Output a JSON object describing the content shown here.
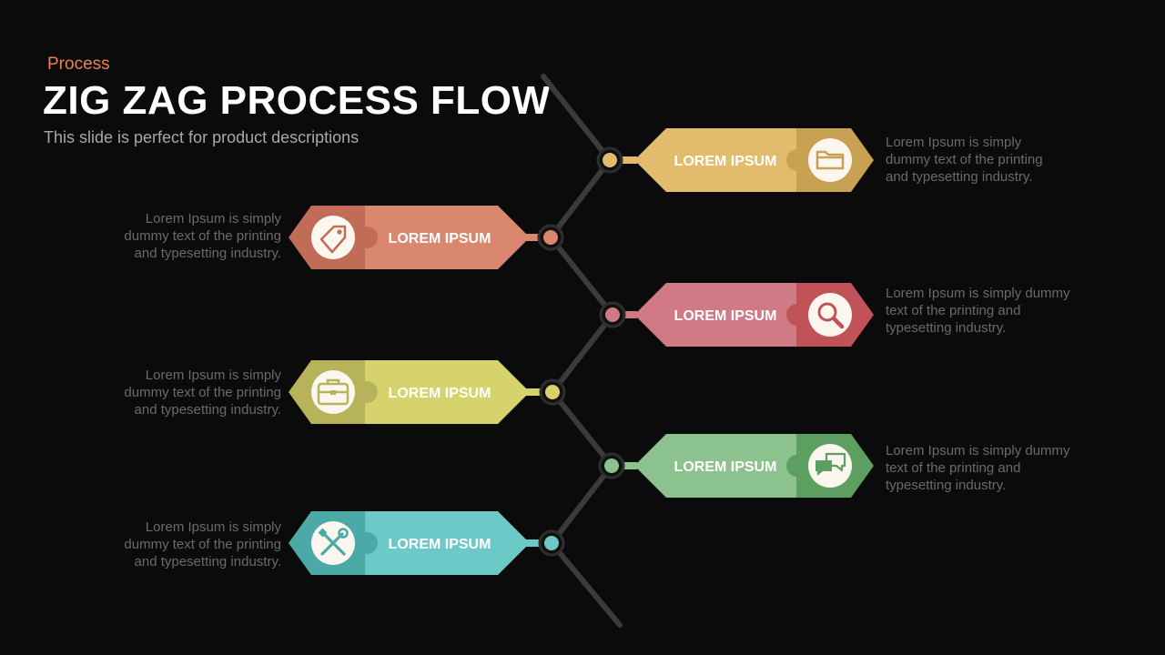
{
  "header": {
    "category": "Process",
    "title": "ZIG ZAG PROCESS FLOW",
    "subtitle": "This slide is perfect for product descriptions"
  },
  "steps": [
    {
      "label": "LOREM IPSUM",
      "icon": "folder-icon",
      "color": "#e2bb6c",
      "dark": "#c9a152",
      "side": "right",
      "description_lines": [
        "Lorem Ipsum  is simply",
        "dummy text of the printing",
        "and typesetting industry."
      ]
    },
    {
      "label": "LOREM IPSUM",
      "icon": "tag-icon",
      "color": "#d9876f",
      "dark": "#c06c56",
      "side": "left",
      "description_lines": [
        "Lorem Ipsum  is simply",
        "dummy text of the printing",
        "and typesetting industry."
      ]
    },
    {
      "label": "LOREM IPSUM",
      "icon": "magnifier-icon",
      "color": "#d07a85",
      "dark": "#c15358",
      "side": "right",
      "description_lines": [
        "Lorem Ipsum  is simply dummy",
        "text of the printing and",
        "typesetting industry."
      ]
    },
    {
      "label": "LOREM IPSUM",
      "icon": "briefcase-icon",
      "color": "#d6d26c",
      "dark": "#b7b35a",
      "side": "left",
      "description_lines": [
        "Lorem Ipsum  is simply",
        "dummy text of the printing",
        "and typesetting industry."
      ]
    },
    {
      "label": "LOREM IPSUM",
      "icon": "chat-icon",
      "color": "#8cc28e",
      "dark": "#5d9f60",
      "side": "right",
      "description_lines": [
        "Lorem Ipsum  is simply dummy",
        "text of the printing and",
        "typesetting industry."
      ]
    },
    {
      "label": "LOREM IPSUM",
      "icon": "tools-icon",
      "color": "#6dc9c8",
      "dark": "#4ba9a8",
      "side": "left",
      "description_lines": [
        "Lorem Ipsum  is simply",
        "dummy text of the printing",
        "and typesetting industry."
      ]
    }
  ],
  "colors": {
    "background": "#0b0b0b",
    "line": "#3b3b3b",
    "accent": "#ee8052"
  }
}
